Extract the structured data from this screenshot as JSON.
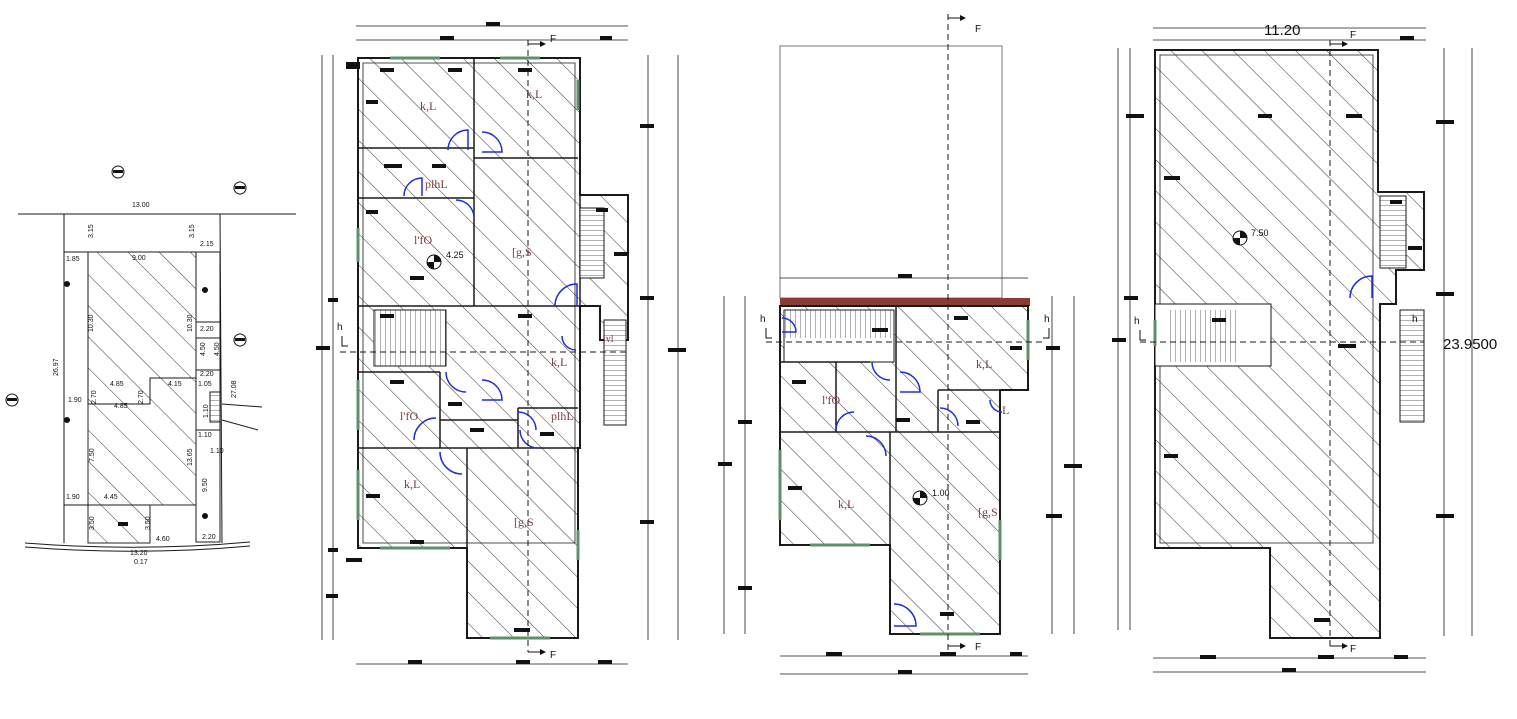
{
  "colors": {
    "line": "#1a1a1a",
    "hatch": "#222222",
    "door": "#1e2fd6",
    "window": "#5f8f6a",
    "room_label": "#7a3d3d",
    "parapet": "#8a3b34"
  },
  "site_plan": {
    "overall_width": "13.00",
    "left_side": "26.97",
    "right_side": "27.08",
    "bottom_width": "13.20",
    "bottom_offset": "0.17",
    "front_setback_left": "3.15",
    "front_setback_right": "3.15",
    "right_gap": "2.15",
    "building_width": "9.00",
    "left_margin": "1.85",
    "depth_left": "10.30",
    "depth_right": "10.30",
    "small_2_20_a": "2.20",
    "small_4_50_a": "4.50",
    "small_4_50_b": "4.50",
    "small_2_20_b": "2.20",
    "mid_4_85_a": "4.85",
    "mid_4_15": "4.15",
    "mid_1_90_a": "1.90",
    "mid_2_70_a": "2.70",
    "mid_2_70_b": "2.70",
    "mid_4_85_b": "4.85",
    "mid_1_05": "1.05",
    "mid_1_10_a": "1.10",
    "mid_1_10_b": "1.10",
    "lower_7_50": "7.50",
    "lower_13_65": "13.65",
    "lower_1_90": "1.90",
    "lower_4_45": "4.45",
    "lower_9_50": "9.50",
    "bottom_3_50_a": "3.50",
    "bottom_3_50_b": "3.50",
    "bottom_4_60": "4.60",
    "bottom_2_20": "2.20"
  },
  "ground_floor": {
    "rooms": {
      "kitchen_left": "k,L",
      "kitchen_right": "k,L",
      "toilet": "plhL",
      "bedroom": "l'fO",
      "living": "[g,S",
      "kitchen_mid": "k,L",
      "bedroom_2": "l'fO",
      "toilet_2": "plhL",
      "kitchen_low": "k,L",
      "living_2": "[g,S",
      "stair_tag": "ivl"
    },
    "level": "4.25"
  },
  "first_floor": {
    "rooms": {
      "kitchen_right": "k,L",
      "bedroom": "l'fO",
      "toilet_tag": "L",
      "kitchen_low": "k,L",
      "living": "[g,S"
    },
    "level": "1.00"
  },
  "roof_plan": {
    "width": "11.20",
    "height": "23.9500",
    "level": "7.50"
  },
  "section_markers": {
    "f": "F",
    "h": "h"
  }
}
